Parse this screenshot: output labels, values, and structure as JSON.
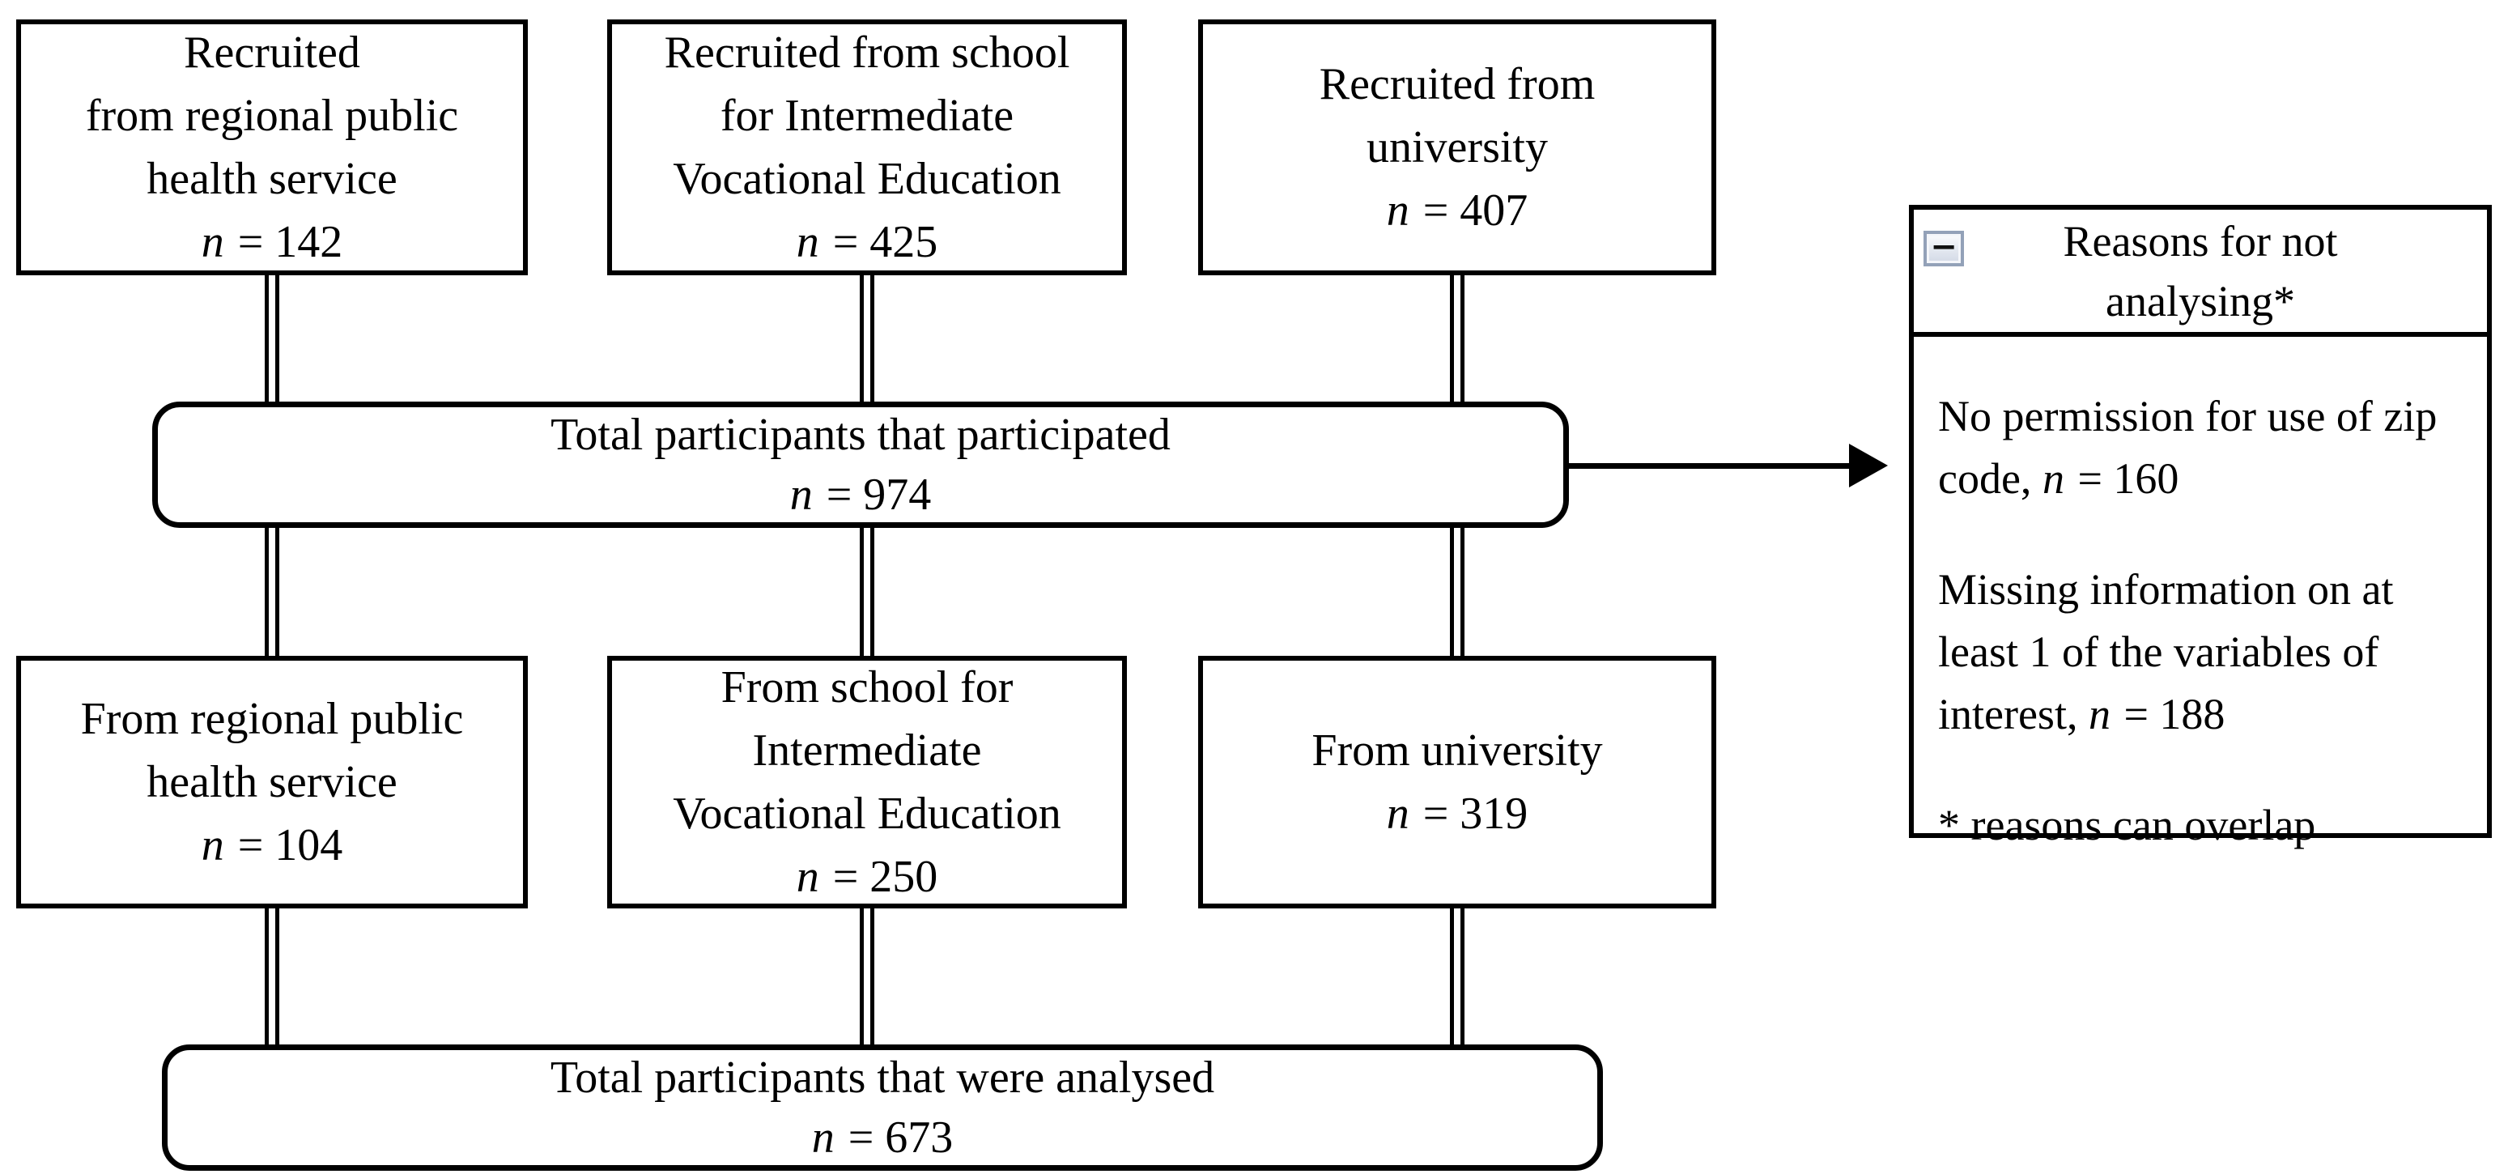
{
  "flow": {
    "top_row": [
      {
        "lines": [
          "Recruited",
          "from regional public",
          "health service"
        ],
        "count": {
          "sym": "n",
          "rest": " = 142"
        }
      },
      {
        "lines": [
          "Recruited from school",
          "for Intermediate",
          "Vocational Education"
        ],
        "count": {
          "sym": "n",
          "rest": " = 425"
        }
      },
      {
        "lines": [
          "Recruited from",
          "university"
        ],
        "count": {
          "sym": "n",
          "rest": " = 407"
        }
      }
    ],
    "total_participated": {
      "lines": [
        "Total participants that participated"
      ],
      "count": {
        "sym": "n",
        "rest": " = 974"
      }
    },
    "second_row": [
      {
        "lines": [
          "From regional public",
          "health service"
        ],
        "count": {
          "sym": "n",
          "rest": " = 104"
        }
      },
      {
        "lines": [
          "From school for",
          "Intermediate",
          "Vocational Education"
        ],
        "count": {
          "sym": "n",
          "rest": " = 250"
        }
      },
      {
        "lines": [
          "From university"
        ],
        "count": {
          "sym": "n",
          "rest": " = 319"
        }
      }
    ],
    "total_analysed": {
      "lines": [
        "Total participants that were analysed"
      ],
      "count": {
        "sym": "n",
        "rest": " = 673"
      }
    },
    "reasons": {
      "collapse_icon": "−",
      "title": "Reasons for not analysing*",
      "items": [
        {
          "pre": "No permission for use of zip code, ",
          "sym": "n",
          "rest": " = 160"
        },
        {
          "pre": "Missing information on at least 1 of the variables of interest, ",
          "sym": "n",
          "rest": " = 188"
        }
      ],
      "footnote": "* reasons can overlap"
    }
  }
}
